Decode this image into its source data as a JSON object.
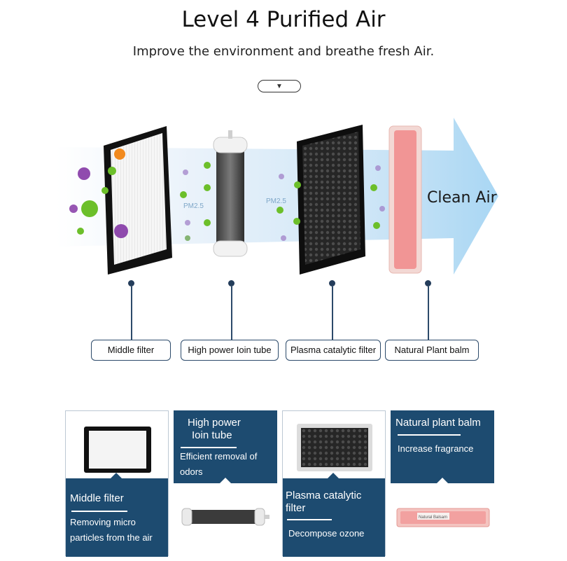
{
  "header": {
    "title": "Level 4 Purified Air",
    "subtitle": "Improve the environment and breathe fresh Air.",
    "toggle_icon": "▼"
  },
  "diagram": {
    "clean_air_label": "Clean Air",
    "pm_labels": [
      "PM2.5",
      "PM2.5"
    ],
    "balm_tag": "Natural Balsam",
    "components": [
      {
        "label": "Middle filter"
      },
      {
        "label": "High power Ioin tube"
      },
      {
        "label": "Plasma catalytic filter"
      },
      {
        "label": "Natural Plant balm"
      }
    ]
  },
  "panels": {
    "middle_filter": {
      "title": "Middle filter",
      "desc_line1": "Removing micro",
      "desc_line2": "particles from the air"
    },
    "ion_tube": {
      "title_line1": "High power",
      "title_line2": "Ioin tube",
      "desc_line1": "Efficient removal of",
      "desc_line2": "odors"
    },
    "plasma_filter": {
      "title_line1": "Plasma catalytic",
      "title_line2": "filter",
      "desc": "Decompose ozone"
    },
    "plant_balm": {
      "title": "Natural plant balm",
      "desc": "Increase fragrance"
    }
  },
  "colors": {
    "navy": "#1d4b70",
    "arrow_blue": "#8cc8f0",
    "balm_red": "#f09090"
  }
}
